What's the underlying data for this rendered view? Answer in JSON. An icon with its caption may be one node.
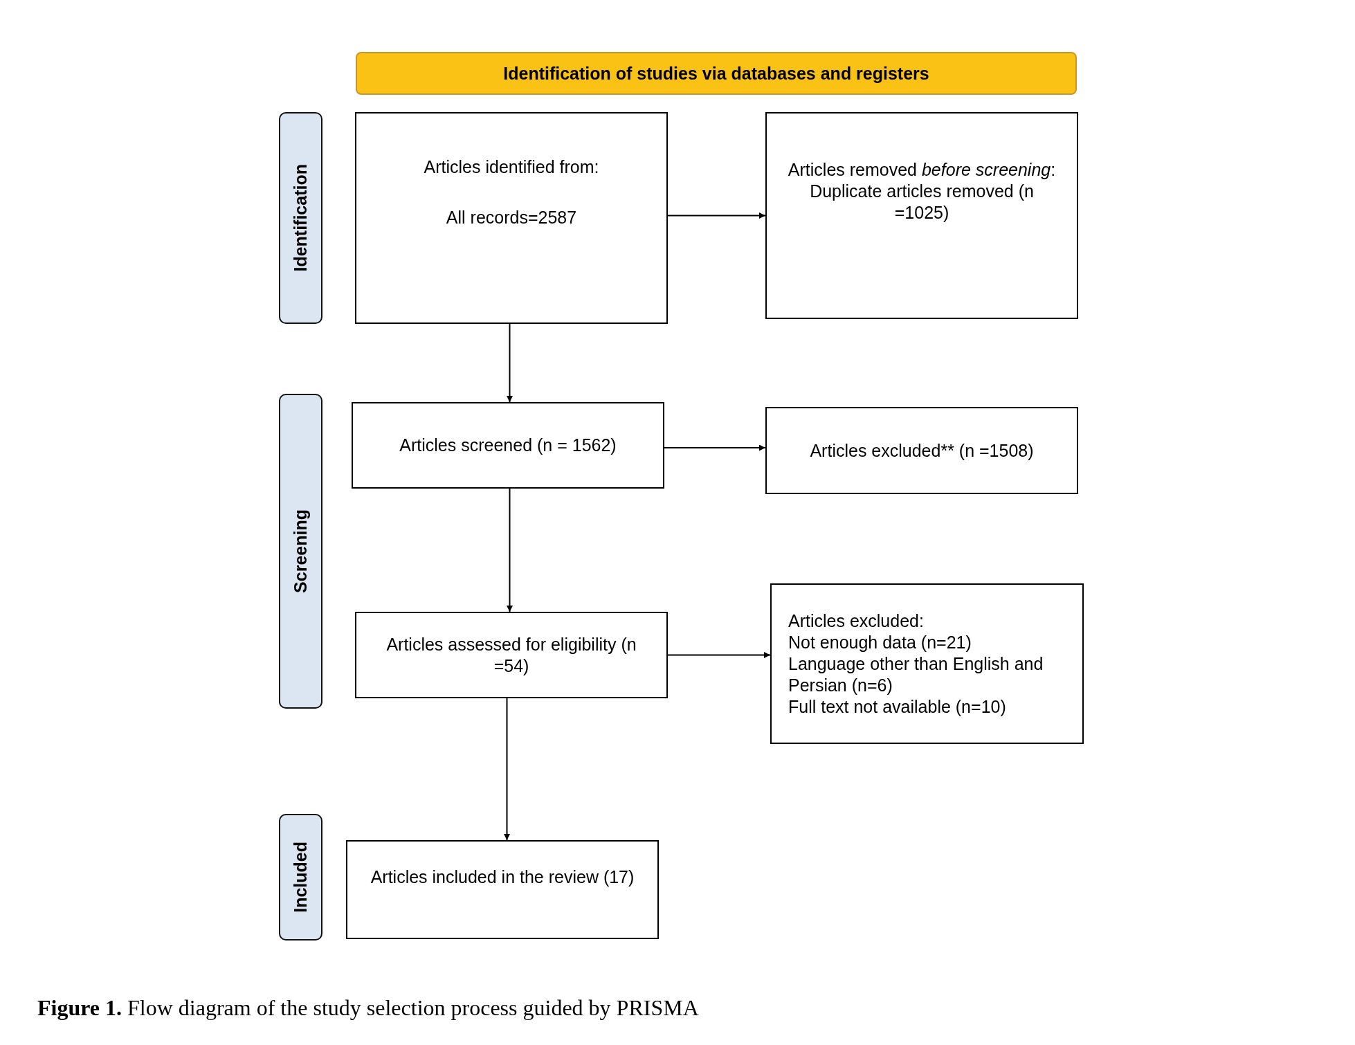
{
  "diagram": {
    "caption": "**Figure 1.** Flow diagram of the study selection process guided by PRISMA",
    "nodes": [
      {
        "text": [
          "Identification of studies via databases and registers"
        ]
      },
      {
        "text": [
          "Identification"
        ]
      },
      {
        "text": [
          "Screening"
        ]
      },
      {
        "text": [
          "Included"
        ]
      },
      {
        "text": [
          "Articles identified from:",
          "All records=2587"
        ]
      },
      {
        "text": [
          "Articles removed *before screening*:",
          "Duplicate articles removed (n =1025)"
        ]
      },
      {
        "text": [
          "Articles screened (n = 1562)"
        ]
      },
      {
        "text": [
          "Articles excluded** (n =1508)"
        ]
      },
      {
        "text": [
          "Articles assessed for eligibility (n =54)"
        ]
      },
      {
        "text": [
          "Articles excluded:",
          "Not enough data (n=21)",
          "Language other than English and Persian (n=6)",
          "Full text not available (n=10)"
        ]
      },
      {
        "text": [
          "Articles included in the review (17)"
        ]
      }
    ],
    "edges": [
      {
        "from": 4,
        "to": 5,
        "arrow": "to"
      },
      {
        "from": 4,
        "to": 6,
        "arrow": "to"
      },
      {
        "from": 6,
        "to": 7,
        "arrow": "to"
      },
      {
        "from": 6,
        "to": 8,
        "arrow": "to"
      },
      {
        "from": 8,
        "to": 9,
        "arrow": "to"
      },
      {
        "from": 8,
        "to": 10,
        "arrow": "to"
      }
    ]
  }
}
